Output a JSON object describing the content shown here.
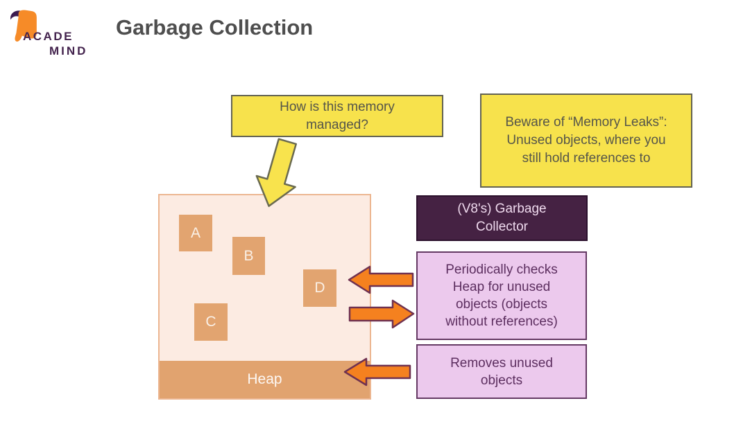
{
  "brand": {
    "line1": "ACADE",
    "line2": "MIND"
  },
  "header": {
    "title": "Garbage Collection"
  },
  "callouts": {
    "memory_managed": "How is this memory managed?",
    "memory_leaks": "Beware of “Memory Leaks”: Unused objects, where you still hold references to"
  },
  "heap": {
    "label": "Heap",
    "objects": [
      "A",
      "B",
      "D",
      "C"
    ]
  },
  "collector": {
    "title": "(V8's) Garbage Collector",
    "steps": [
      "Periodically checks Heap for unused objects (objects without references)",
      "Removes unused objects"
    ]
  },
  "colors": {
    "brand_orange": "#f68b28",
    "brand_purple": "#44244e",
    "title_gray": "#4e4e4e",
    "callout_yellow": "#f7e24c",
    "heap_fill": "#fcebe2",
    "heap_orange": "#e1a36f",
    "collector_dark_purple": "#452243",
    "step_light_purple": "#ecc9ed",
    "arrow_orange": "#f5811f"
  }
}
